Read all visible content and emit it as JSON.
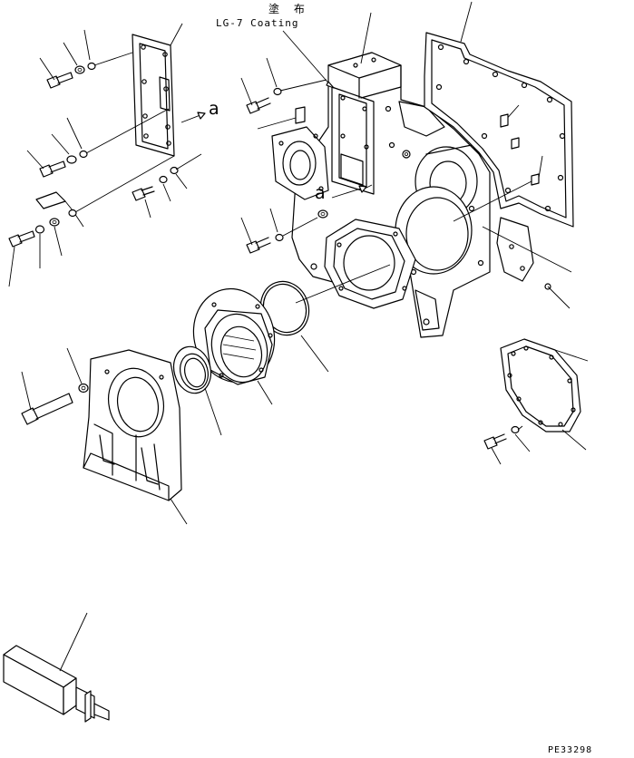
{
  "annotations": {
    "coating_jp": "塗 布",
    "coating_en": "LG-7 Coating",
    "ref_a_top": "a",
    "ref_a_mid": "a"
  },
  "drawing_code": "PE33298",
  "colors": {
    "ink": "#000000",
    "paper": "#ffffff"
  }
}
